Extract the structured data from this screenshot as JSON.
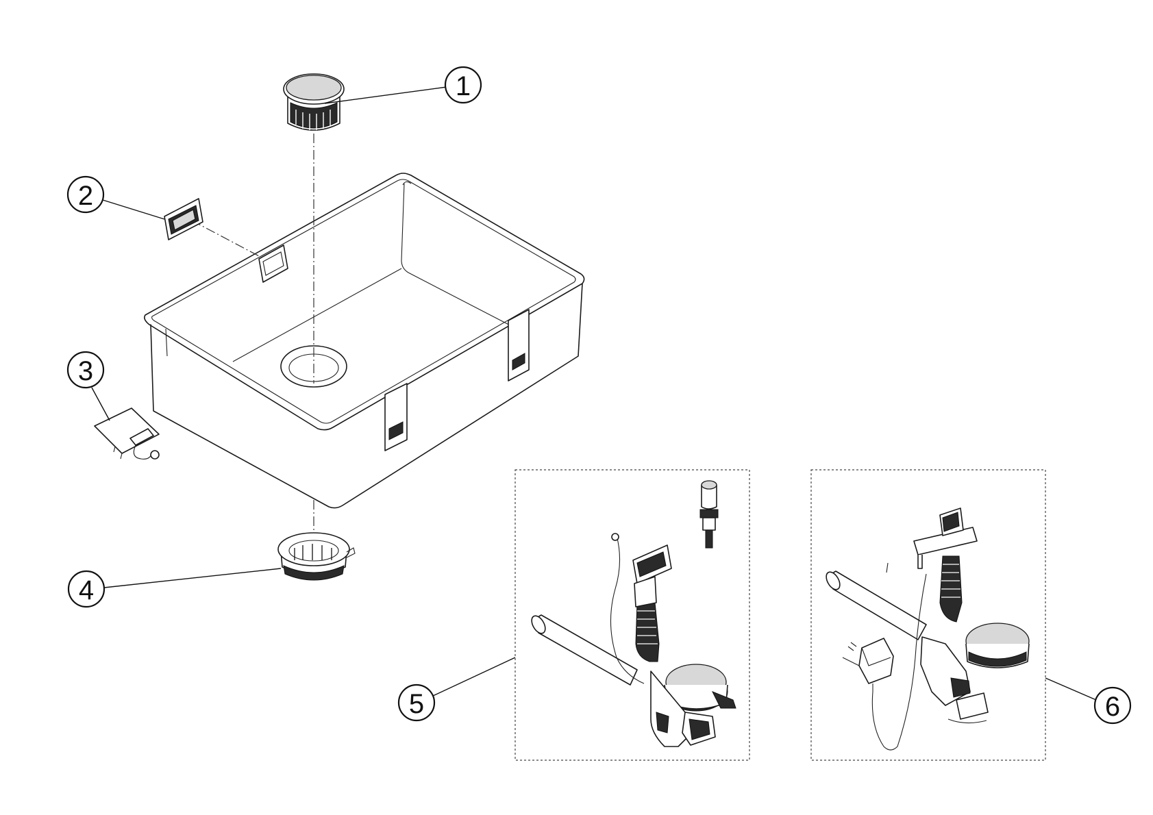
{
  "callouts": [
    {
      "id": "1",
      "label": "1"
    },
    {
      "id": "2",
      "label": "2"
    },
    {
      "id": "3",
      "label": "3"
    },
    {
      "id": "4",
      "label": "4"
    },
    {
      "id": "5",
      "label": "5"
    },
    {
      "id": "6",
      "label": "6"
    }
  ],
  "parts": [
    {
      "callout": "1",
      "icon": "drain-plug-icon"
    },
    {
      "callout": "2",
      "icon": "overflow-cover-icon"
    },
    {
      "callout": "3",
      "icon": "mounting-clip-icon"
    },
    {
      "callout": "4",
      "icon": "drain-basket-icon"
    },
    {
      "callout": "5",
      "icon": "manual-waste-kit-icon"
    },
    {
      "callout": "6",
      "icon": "electric-waste-kit-icon"
    }
  ]
}
